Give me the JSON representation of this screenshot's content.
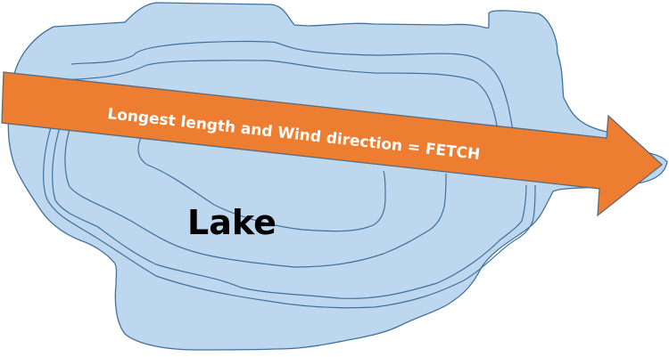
{
  "diagram": {
    "lake": {
      "label": "Lake",
      "fill_color": "#bdd7ee",
      "outline_color": "#41719c",
      "contour_count": 6
    },
    "arrow": {
      "label": "Longest length and Wind  direction = FETCH",
      "fill_color": "#ed7d31",
      "outline_color": "#5b6b7b",
      "text_color": "#ffffff"
    }
  }
}
